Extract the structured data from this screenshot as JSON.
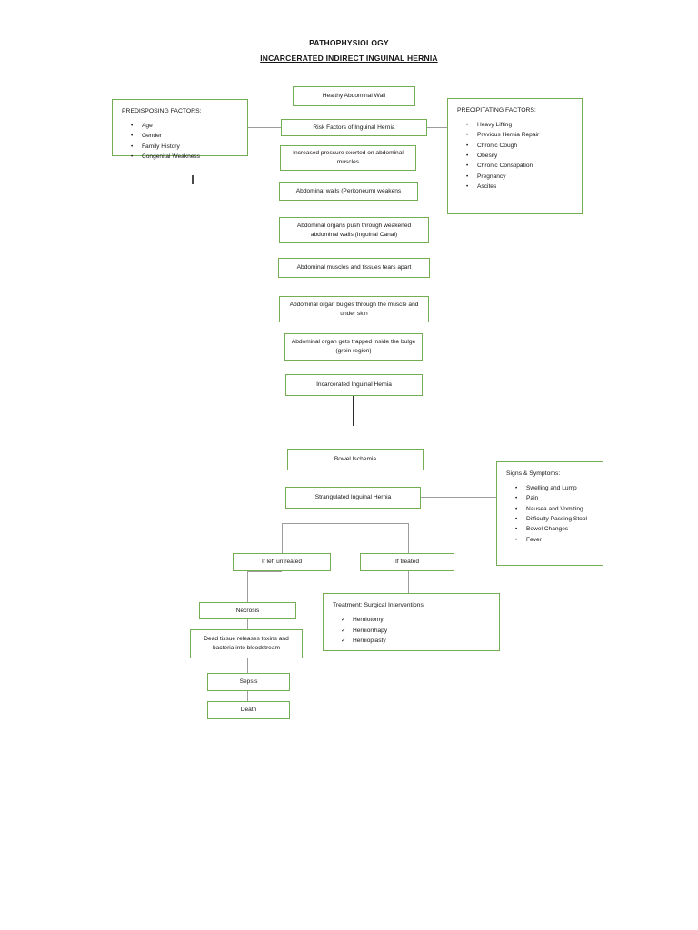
{
  "title": {
    "line1": "PATHOPHYSIOLOGY",
    "line2": "INCARCERATED INDIRECT INGUINAL HERNIA"
  },
  "colors": {
    "box_border": "#74ad53",
    "connector": "#9c9c9c",
    "connector_dark": "#2a2a2a",
    "text": "#161616",
    "background": "#ffffff"
  },
  "panels": {
    "predisposing": {
      "title": "PREDISPOSING FACTORS:",
      "marker": "•",
      "items": [
        "Age",
        "Gender",
        "Family History",
        "Congenital Weakness"
      ]
    },
    "precipitating": {
      "title": "PRECIPITATING FACTORS:",
      "marker": "•",
      "items": [
        "Heavy Lifting",
        "Previous Hernia Repair",
        "Chronic Cough",
        "Obesity",
        "Chronic Constipation",
        "Pregnancy",
        "Ascites"
      ]
    },
    "signs_symptoms": {
      "title": "Signs & Symptoms:",
      "marker": "•",
      "items": [
        "Swelling and Lump",
        "Pain",
        "Nausea and Vomiting",
        "Difficulty Passing Stool",
        "Bowel Changes",
        "Fever"
      ]
    },
    "treatment": {
      "title": "Treatment: Surgical Interventions",
      "marker": "✓",
      "items": [
        "Herniotomy",
        "Herniorrhapy",
        "Hernioplasty"
      ]
    }
  },
  "flow": {
    "healthy_wall": "Healthy Abdominal Wall",
    "risk_factors": "Risk Factors of Inguinal Hernia",
    "increased_pressure": "Increased pressure exerted on abdominal muscles",
    "peritoneum_weakens": "Abdominal walls (Peritoneum) weakens",
    "organs_push": "Abdominal organs push through weakened abdominal walls (Inguinal Canal)",
    "muscles_tear": "Abdominal muscles and tissues tears apart",
    "organ_bulges": "Abdominal organ bulges through the muscle and under skin",
    "organ_trapped": "Abdominal organ gets trapped inside the bulge (groin region)",
    "incarcerated": "Incarcerated Inguinal Hernia",
    "bowel_ischemia": "Bowel Ischemia",
    "strangulated": "Strangulated Inguinal Hernia",
    "if_untreated": "If left untreated",
    "if_treated": "If treated",
    "necrosis": "Necrosis",
    "dead_tissue": "Dead tissue releases toxins and bacteria into bloodstream",
    "sepsis": "Sepsis",
    "death": "Death"
  }
}
